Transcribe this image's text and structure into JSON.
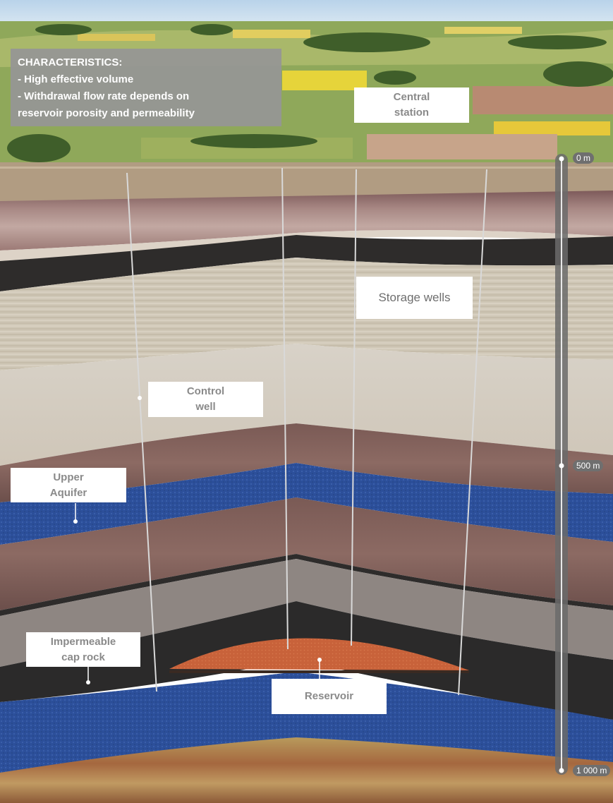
{
  "info_panel": {
    "title": "CHARACTERISTICS:",
    "line1": "- High effective volume",
    "line2": "- Withdrawal flow rate depends on",
    "line3": "reservoir porosity and permeability"
  },
  "labels": {
    "central_station": "Central\nstation",
    "storage_wells": "Storage wells",
    "control_well": "Control\nwell",
    "upper_aquifer": "Upper\nAquifer",
    "cap_rock": "Impermeable\ncap rock",
    "reservoir": "Reservoir"
  },
  "depth_scale": {
    "top": "0 m",
    "middle": "500 m",
    "bottom": "1 000 m"
  },
  "colors": {
    "aquifer_blue": "#2c4f9a",
    "cap_rock_dark": "#2b2a2a",
    "reservoir_orange": "#c8623a",
    "info_panel_gray": "#969696"
  }
}
